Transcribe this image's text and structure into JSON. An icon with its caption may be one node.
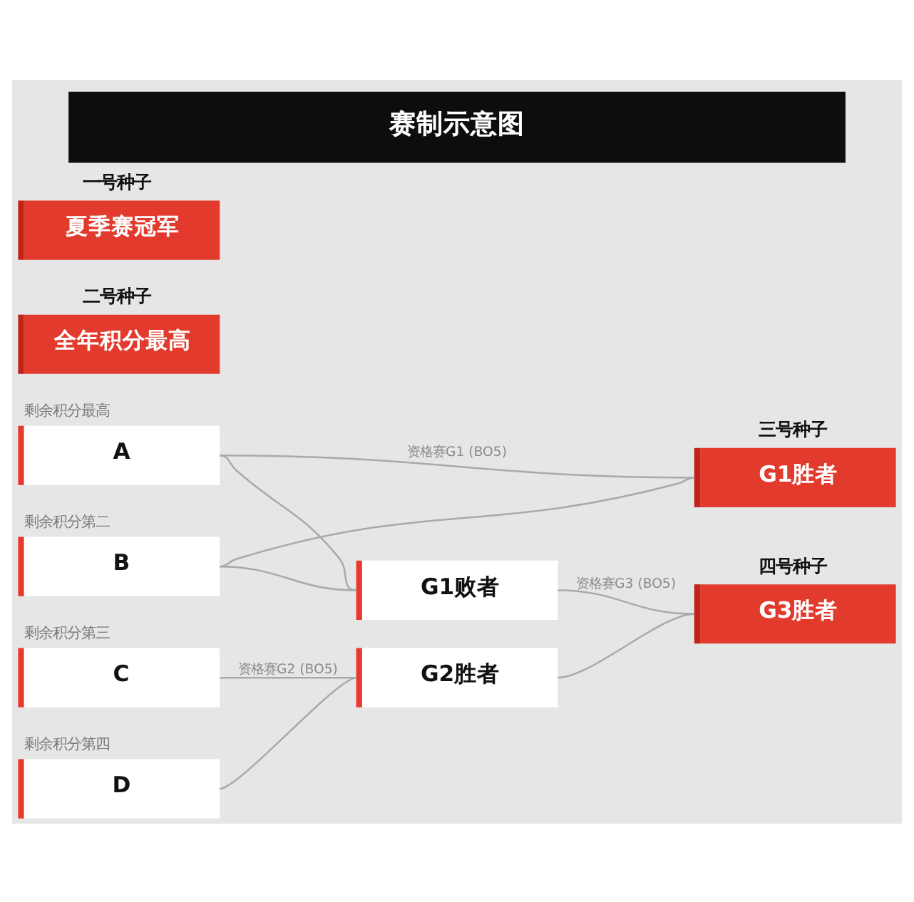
{
  "diagram": {
    "title": "赛制示意图",
    "nodes": [
      {
        "text": [
          "一号种子",
          "夏季赛冠军"
        ]
      },
      {
        "text": [
          "二号种子",
          "全年积分最高"
        ]
      },
      {
        "text": [
          "剩余积分最高",
          "A"
        ]
      },
      {
        "text": [
          "三号种子",
          "G1胜者"
        ]
      },
      {
        "text": [
          "剩余积分第二",
          "B"
        ]
      },
      {
        "text": [
          "G1败者"
        ]
      },
      {
        "text": [
          "四号种子",
          "G3胜者"
        ]
      },
      {
        "text": [
          "剩余积分第三",
          "C"
        ]
      },
      {
        "text": [
          "G2胜者"
        ]
      },
      {
        "text": [
          "剩余积分第四",
          "D"
        ]
      }
    ],
    "edges": [
      {
        "from": 2,
        "to": 3,
        "arrow": "none",
        "label": "资格赛G1 (BO5)"
      },
      {
        "from": 4,
        "to": 3,
        "arrow": "none"
      },
      {
        "from": 2,
        "to": 5,
        "arrow": "none"
      },
      {
        "from": 4,
        "to": 5,
        "arrow": "none"
      },
      {
        "from": 7,
        "to": 8,
        "arrow": "none",
        "label": "资格赛G2 (BO5)"
      },
      {
        "from": 9,
        "to": 8,
        "arrow": "none"
      },
      {
        "from": 5,
        "to": 6,
        "arrow": "none",
        "label": "资格赛G3 (BO5)"
      },
      {
        "from": 8,
        "to": 6,
        "arrow": "none"
      }
    ]
  }
}
